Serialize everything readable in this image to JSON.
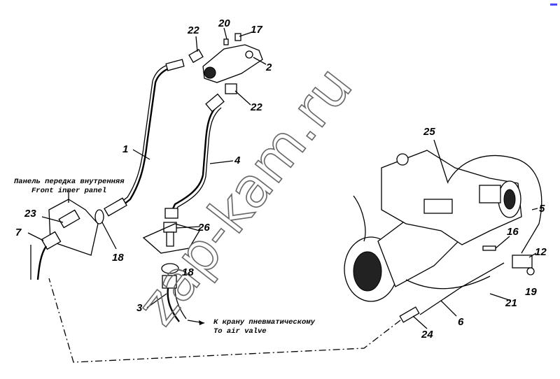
{
  "watermark": "zap-kam.ru",
  "captions": {
    "front_panel_ru": "Панель передка внутренняя",
    "front_panel_en": "Front inner panel",
    "air_valve_ru": "К крану пневматическому",
    "air_valve_en": "To air valve"
  },
  "callouts": [
    "22",
    "20",
    "17",
    "2",
    "22",
    "1",
    "4",
    "25",
    "5",
    "16",
    "12",
    "19",
    "21",
    "6",
    "24",
    "26",
    "18",
    "3",
    "23",
    "7",
    "18"
  ],
  "colors": {
    "line": "#000000",
    "watermark": "#666666",
    "corner_mark": "#4a4aff"
  }
}
